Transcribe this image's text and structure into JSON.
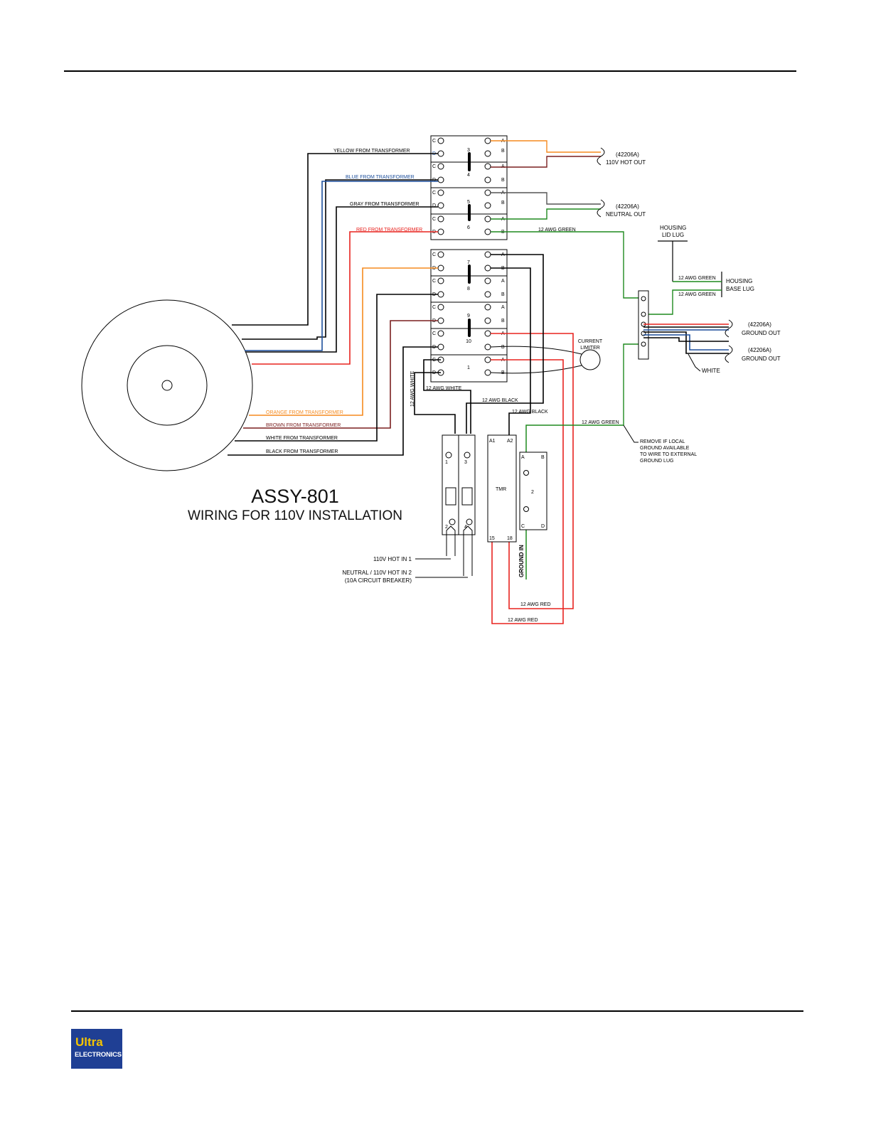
{
  "title": {
    "main": "ASSY-801",
    "sub": "WIRING FOR 110V INSTALLATION"
  },
  "logo": {
    "line1": "Ultra",
    "line2": "ELECTRONICS"
  },
  "colors": {
    "yellow_wire": "#000000",
    "blue_wire": "#1d4f9c",
    "gray_wire": "#000000",
    "red_wire": "#e8231f",
    "orange_wire": "#f58a1f",
    "brown_wire": "#7a1f1f",
    "green_wire": "#1f8a1f",
    "brand_blue": "#1f3f94",
    "brand_yellow": "#f5c400"
  },
  "transformer_leads": {
    "yellow": "YELLOW FROM TRANSFORMER",
    "blue": "BLUE FROM TRANSFORMER",
    "gray": "GRAY FROM TRANSFORMER",
    "red": "RED FROM TRANSFORMER",
    "orange": "ORANGE FROM TRANSFORMER",
    "brown": "BROWN FROM TRANSFORMER",
    "white": "WHITE FROM TRANSFORMER",
    "black": "BLACK FROM TRANSFORMER"
  },
  "outputs": {
    "hot_out_part": "(42206A)",
    "hot_out": "110V HOT OUT",
    "neutral_out_part": "(42206A)",
    "neutral_out": "NEUTRAL OUT",
    "ground_out_1_part": "(42206A)",
    "ground_out_1": "GROUND OUT",
    "ground_out_2_part": "(42206A)",
    "ground_out_2": "GROUND OUT"
  },
  "housing": {
    "lid_1": "HOUSING",
    "lid_2": "LID LUG",
    "base_1": "HOUSING",
    "base_2": "BASE LUG"
  },
  "wire_labels": {
    "awg_green": "12 AWG GREEN",
    "awg_white": "12 AWG WHITE",
    "awg_black": "12 AWG BLACK",
    "awg_red": "12 AWG RED",
    "white": "WHITE",
    "ground_in": "GROUND IN"
  },
  "current_limiter": {
    "l1": "CURRENT",
    "l2": "LIMITER"
  },
  "remove_note": [
    "REMOVE IF LOCAL",
    "GROUND AVAILABLE",
    "TO WIRE TO EXTERNAL",
    "GROUND LUG"
  ],
  "inputs": {
    "hot_in_1": "110V HOT IN 1",
    "neutral_in_2": "NEUTRAL / 110V HOT IN 2",
    "breaker": "(10A CIRCUIT BREAKER)"
  },
  "terminal_letters": {
    "c": "C",
    "d": "D",
    "a": "A",
    "b": "B"
  },
  "terminal_numbers": [
    "3",
    "4",
    "5",
    "6",
    "7",
    "8",
    "9",
    "10",
    "1"
  ],
  "breaker_pins": [
    "1",
    "3",
    "2",
    "4"
  ],
  "timer": {
    "label": "TMR",
    "a1": "A1",
    "a2": "A2",
    "t15": "15",
    "t18": "18"
  },
  "relay_block": {
    "label": "2",
    "a": "A",
    "b": "B",
    "c": "C",
    "d": "D"
  }
}
